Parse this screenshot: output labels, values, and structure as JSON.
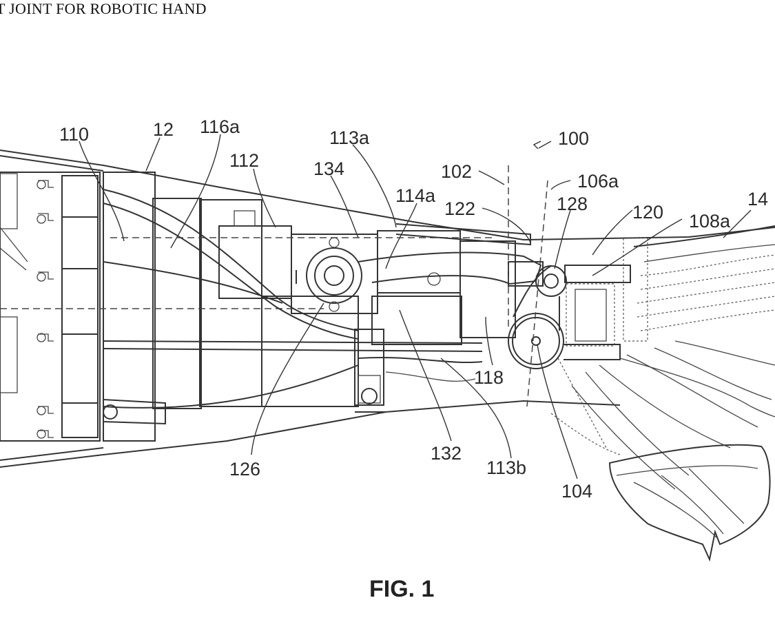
{
  "document": {
    "title": "T JOINT FOR ROBOTIC HAND",
    "figure_caption": "FIG. 1"
  },
  "labels": {
    "l110": "110",
    "l12": "12",
    "l116a": "116a",
    "l112": "112",
    "l113a": "113a",
    "l134": "134",
    "l100": "100",
    "l102": "102",
    "l106a": "106a",
    "l114a": "114a",
    "l122": "122",
    "l128": "128",
    "l120": "120",
    "l108a": "108a",
    "l14": "14",
    "l118": "118",
    "l126": "126",
    "l132": "132",
    "l113b": "113b",
    "l104": "104"
  }
}
